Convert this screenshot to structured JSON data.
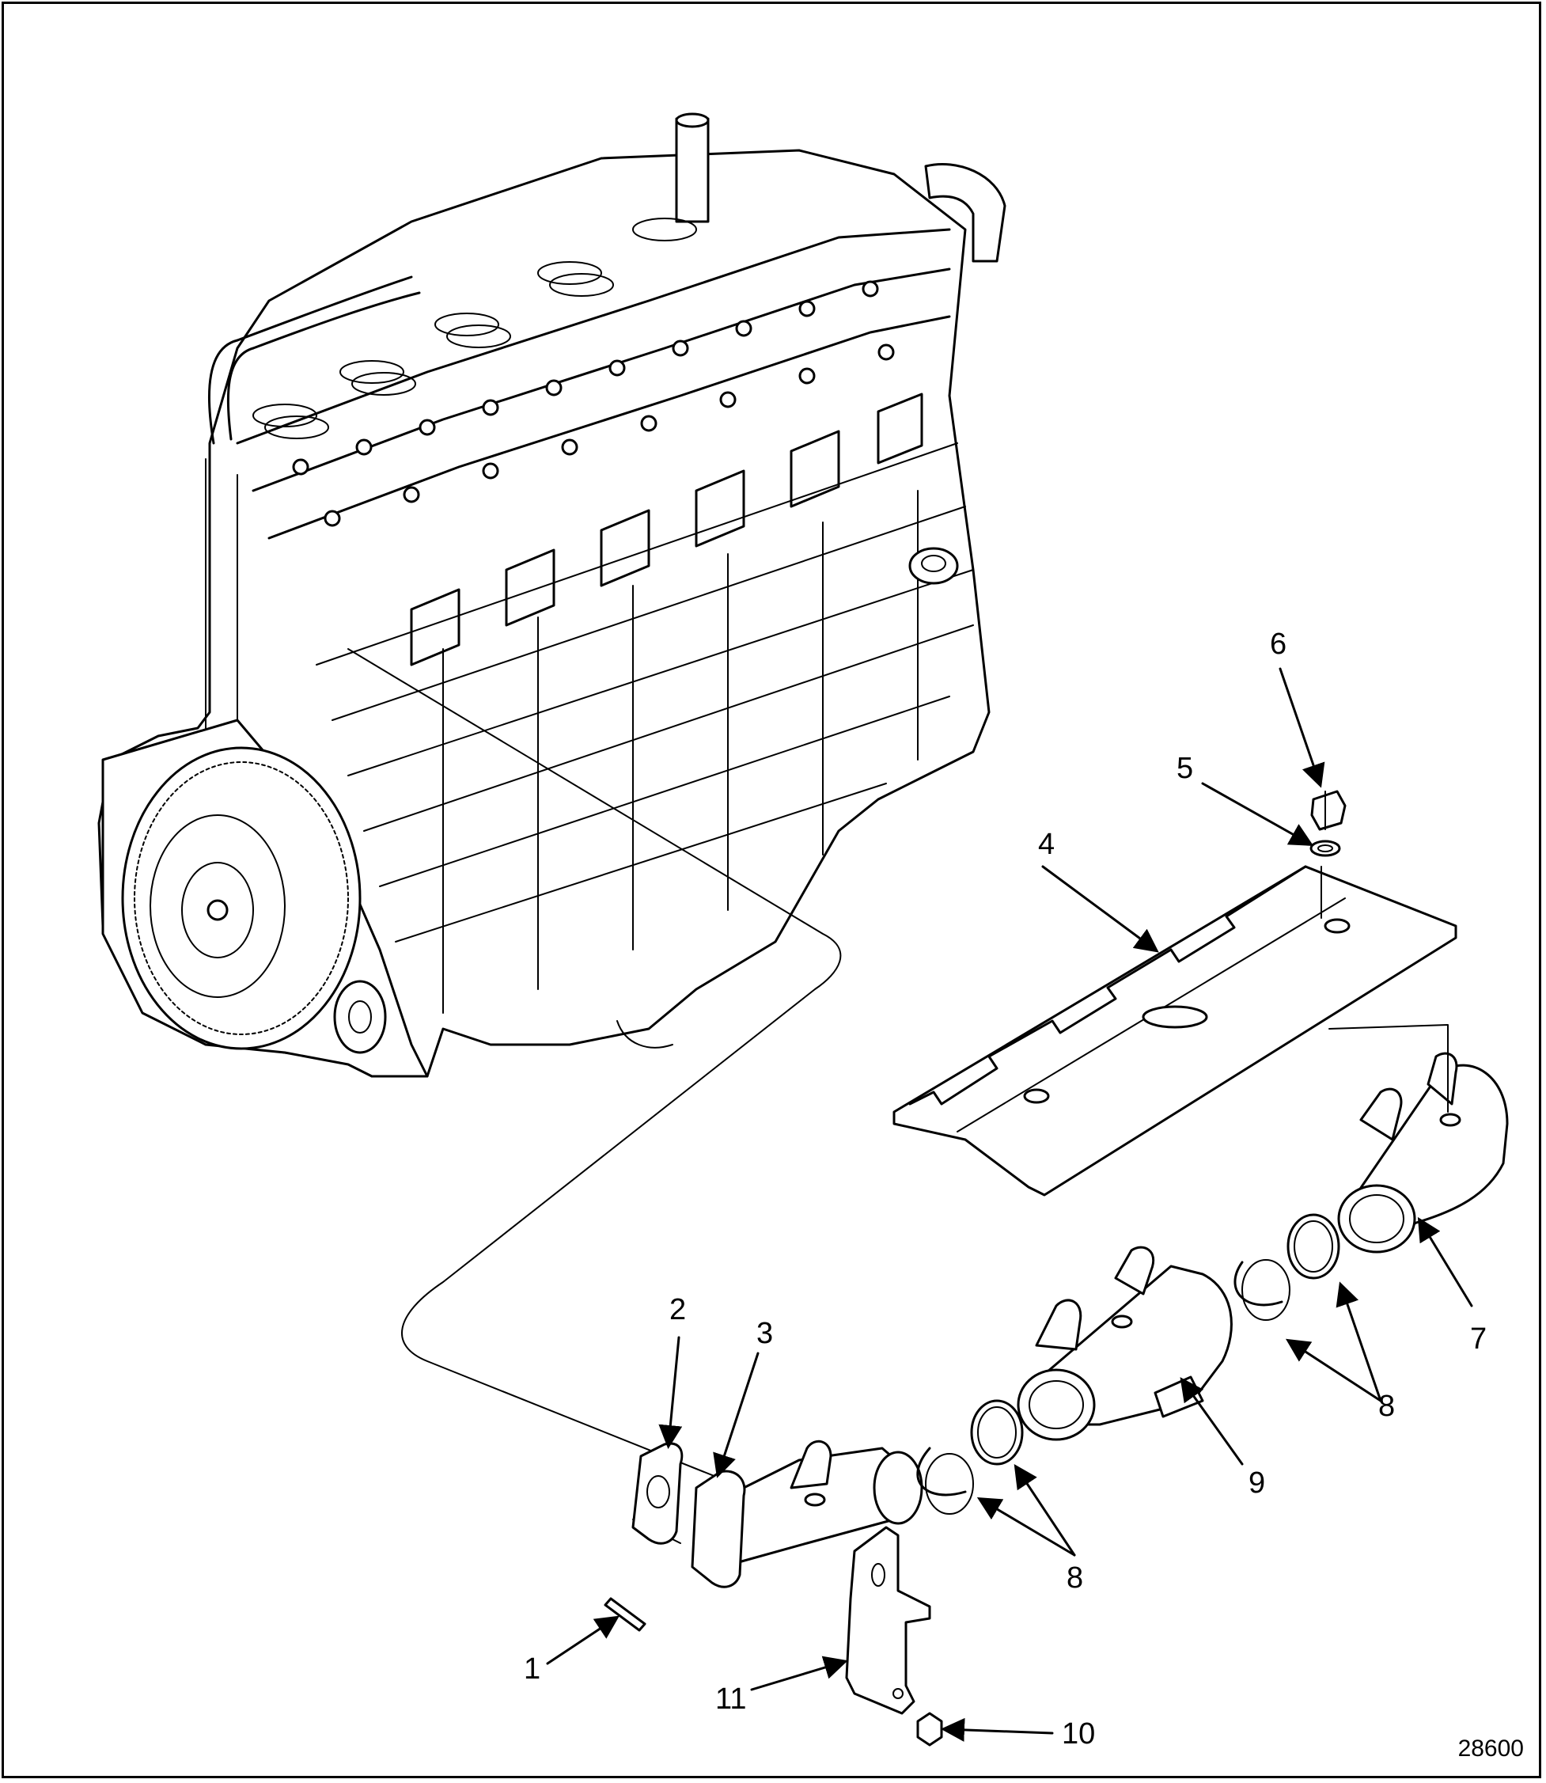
{
  "figure": {
    "id": "28600"
  },
  "callouts": [
    {
      "id": "1",
      "label": "1"
    },
    {
      "id": "2",
      "label": "2"
    },
    {
      "id": "3",
      "label": "3"
    },
    {
      "id": "4",
      "label": "4"
    },
    {
      "id": "5",
      "label": "5"
    },
    {
      "id": "6",
      "label": "6"
    },
    {
      "id": "7",
      "label": "7"
    },
    {
      "id": "8a",
      "label": "8"
    },
    {
      "id": "8b",
      "label": "8"
    },
    {
      "id": "9",
      "label": "9"
    },
    {
      "id": "10",
      "label": "10"
    },
    {
      "id": "11",
      "label": "11"
    }
  ]
}
